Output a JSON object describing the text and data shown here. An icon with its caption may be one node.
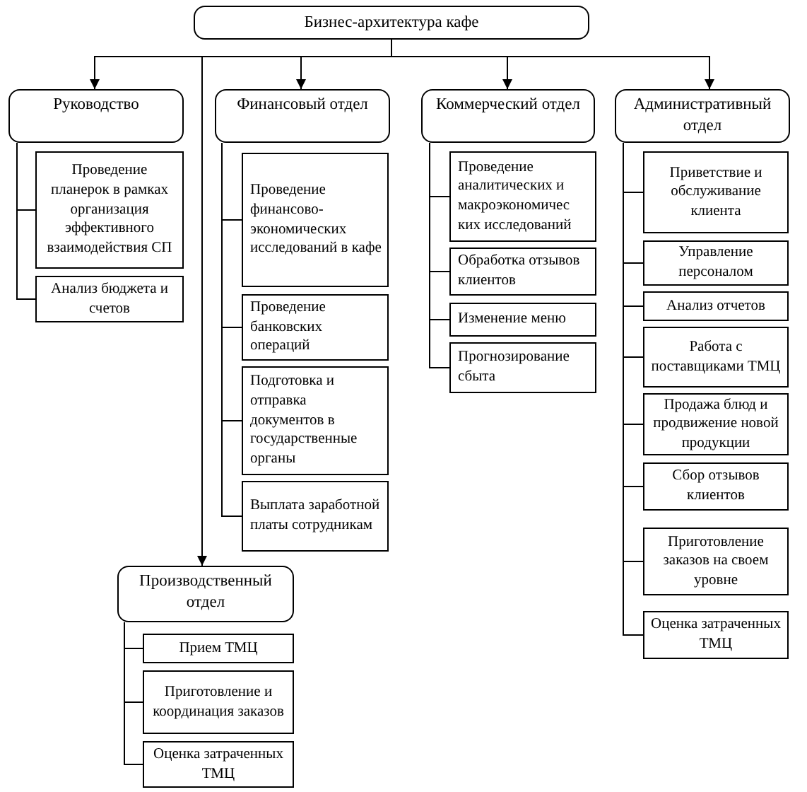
{
  "diagram": {
    "nodes": [
      {
        "text": [
          "Бизнес-архитектура кафе"
        ]
      },
      {
        "text": [
          "Руководство"
        ]
      },
      {
        "text": [
          "Финансовый отдел"
        ]
      },
      {
        "text": [
          "Коммерческий отдел"
        ]
      },
      {
        "text": [
          "Административный отдел"
        ]
      },
      {
        "text": [
          "Проведение планерок в рамках организация эффективного взаимодействия СП"
        ]
      },
      {
        "text": [
          "Анализ бюджета и счетов"
        ]
      },
      {
        "text": [
          "Проведение финансово-экономических исследований в кафе"
        ]
      },
      {
        "text": [
          "Проведение банковских операций"
        ]
      },
      {
        "text": [
          "Подготовка и отправка документов в государственные органы"
        ]
      },
      {
        "text": [
          "Выплата заработной платы сотрудникам"
        ]
      },
      {
        "text": [
          "Проведение аналитических и макроэкономичес ких исследований"
        ]
      },
      {
        "text": [
          "Обработка отзывов клиентов"
        ]
      },
      {
        "text": [
          "Изменение меню"
        ]
      },
      {
        "text": [
          "Прогнозирование сбыта"
        ]
      },
      {
        "text": [
          "Приветствие и обслуживание клиента"
        ]
      },
      {
        "text": [
          "Управление персоналом"
        ]
      },
      {
        "text": [
          "Анализ отчетов"
        ]
      },
      {
        "text": [
          "Работа с поставщиками ТМЦ"
        ]
      },
      {
        "text": [
          "Продажа блюд и продвижение новой продукции"
        ]
      },
      {
        "text": [
          "Сбор отзывов клиентов"
        ]
      },
      {
        "text": [
          "Приготовление заказов на своем уровне"
        ]
      },
      {
        "text": [
          "Оценка затраченных ТМЦ"
        ]
      },
      {
        "text": [
          "Производственный отдел"
        ]
      },
      {
        "text": [
          "Прием ТМЦ"
        ]
      },
      {
        "text": [
          "Приготовление и координация заказов"
        ]
      },
      {
        "text": [
          "Оценка затраченных ТМЦ"
        ]
      }
    ],
    "edges": [
      {
        "from": 0,
        "to": 1,
        "arrow": "to"
      },
      {
        "from": 0,
        "to": 2,
        "arrow": "to"
      },
      {
        "from": 0,
        "to": 3,
        "arrow": "to"
      },
      {
        "from": 0,
        "to": 4,
        "arrow": "to"
      },
      {
        "from": 0,
        "to": 23,
        "arrow": "to"
      },
      {
        "from": 1,
        "to": 5,
        "arrow": "none"
      },
      {
        "from": 1,
        "to": 6,
        "arrow": "none"
      },
      {
        "from": 2,
        "to": 7,
        "arrow": "none"
      },
      {
        "from": 2,
        "to": 8,
        "arrow": "none"
      },
      {
        "from": 2,
        "to": 9,
        "arrow": "none"
      },
      {
        "from": 2,
        "to": 10,
        "arrow": "none"
      },
      {
        "from": 3,
        "to": 11,
        "arrow": "none"
      },
      {
        "from": 3,
        "to": 12,
        "arrow": "none"
      },
      {
        "from": 3,
        "to": 13,
        "arrow": "none"
      },
      {
        "from": 3,
        "to": 14,
        "arrow": "none"
      },
      {
        "from": 4,
        "to": 15,
        "arrow": "none"
      },
      {
        "from": 4,
        "to": 16,
        "arrow": "none"
      },
      {
        "from": 4,
        "to": 17,
        "arrow": "none"
      },
      {
        "from": 4,
        "to": 18,
        "arrow": "none"
      },
      {
        "from": 4,
        "to": 19,
        "arrow": "none"
      },
      {
        "from": 4,
        "to": 20,
        "arrow": "none"
      },
      {
        "from": 4,
        "to": 21,
        "arrow": "none"
      },
      {
        "from": 4,
        "to": 22,
        "arrow": "none"
      },
      {
        "from": 23,
        "to": 24,
        "arrow": "none"
      },
      {
        "from": 23,
        "to": 25,
        "arrow": "none"
      },
      {
        "from": 23,
        "to": 26,
        "arrow": "none"
      }
    ]
  }
}
